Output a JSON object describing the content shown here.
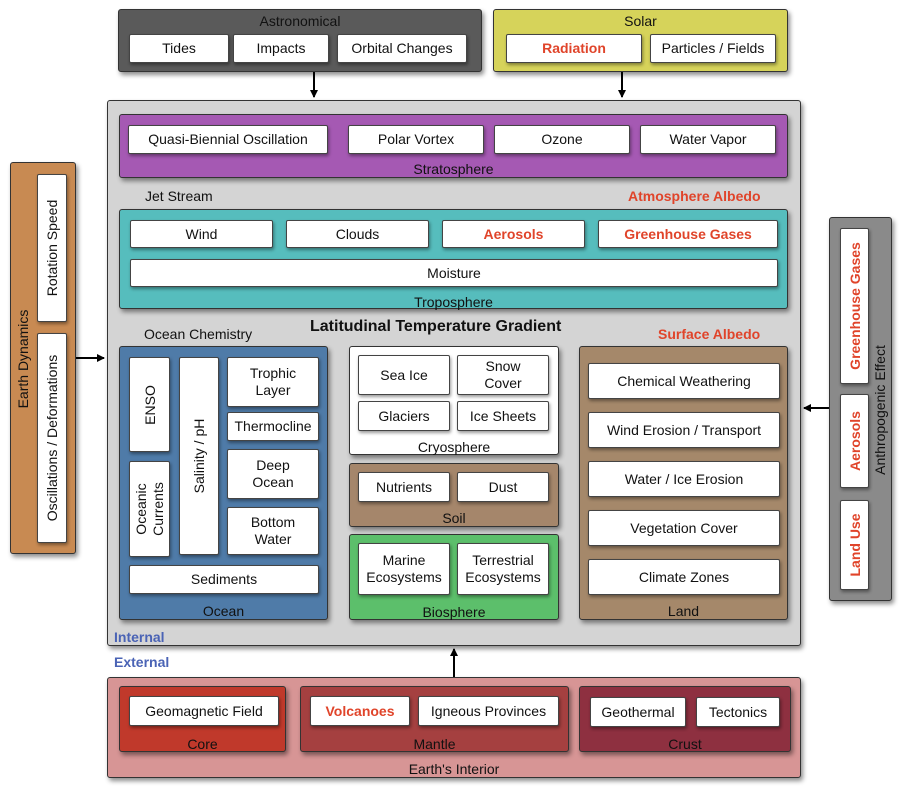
{
  "astronomical": {
    "title": "Astronomical",
    "items": [
      "Tides",
      "Impacts",
      "Orbital Changes"
    ]
  },
  "solar": {
    "title": "Solar",
    "items": [
      "Radiation",
      "Particles / Fields"
    ]
  },
  "stratosphere": {
    "title": "Stratosphere",
    "items": [
      "Quasi-Biennial Oscillation",
      "Polar Vortex",
      "Ozone",
      "Water Vapor"
    ]
  },
  "labels": {
    "jet_stream": "Jet Stream",
    "atmosphere_albedo": "Atmosphere Albedo",
    "ocean_chemistry": "Ocean Chemistry",
    "gradient": "Latitudinal Temperature Gradient",
    "surface_albedo": "Surface Albedo",
    "internal": "Internal",
    "external": "External"
  },
  "troposphere": {
    "title": "Troposphere",
    "items": [
      "Wind",
      "Clouds",
      "Aerosols",
      "Greenhouse Gases"
    ],
    "moisture": "Moisture"
  },
  "ocean": {
    "title": "Ocean",
    "enso": "ENSO",
    "oceanic_currents": "Oceanic Currents",
    "salinity": "Salinity / pH",
    "trophic": "Trophic Layer",
    "thermocline": "Thermocline",
    "deep": "Deep Ocean",
    "bottom": "Bottom Water",
    "sediments": "Sediments"
  },
  "cryosphere": {
    "title": "Cryosphere",
    "items": [
      "Sea Ice",
      "Snow Cover",
      "Glaciers",
      "Ice Sheets"
    ]
  },
  "soil": {
    "title": "Soil",
    "items": [
      "Nutrients",
      "Dust"
    ]
  },
  "biosphere": {
    "title": "Biosphere",
    "items": [
      "Marine Ecosystems",
      "Terrestrial Ecosystems"
    ]
  },
  "land": {
    "title": "Land",
    "items": [
      "Chemical Weathering",
      "Wind Erosion / Transport",
      "Water / Ice Erosion",
      "Vegetation Cover",
      "Climate Zones"
    ]
  },
  "earth_dynamics": {
    "title": "Earth Dynamics",
    "items": [
      "Rotation Speed",
      "Oscillations / Deformations"
    ]
  },
  "anthropogenic": {
    "title": "Anthropogenic Effect",
    "items": [
      "Greenhouse Gases",
      "Aerosols",
      "Land Use"
    ]
  },
  "interior": {
    "title": "Earth's Interior",
    "core": {
      "title": "Core",
      "items": [
        "Geomagnetic Field"
      ]
    },
    "mantle": {
      "title": "Mantle",
      "items": [
        "Volcanoes",
        "Igneous Provinces"
      ]
    },
    "crust": {
      "title": "Crust",
      "items": [
        "Geothermal",
        "Tectonics"
      ]
    }
  },
  "colors": {
    "astronomical": "#5a5a5a",
    "solar": "#d6d35a",
    "stratosphere": "#a559b3",
    "troposphere": "#56bdbd",
    "ocean": "#4f7ba8",
    "soil": "#a5866b",
    "biosphere": "#5cbf6b",
    "land": "#a5886a",
    "earth_dynamics": "#c88a52",
    "anthropogenic": "#8a8a8a",
    "core": "#c0392b",
    "mantle": "#a54040",
    "crust": "#8e3040",
    "interior": "#d79595",
    "highlight": "#e0442a",
    "internal_label": "#4a63b5"
  }
}
